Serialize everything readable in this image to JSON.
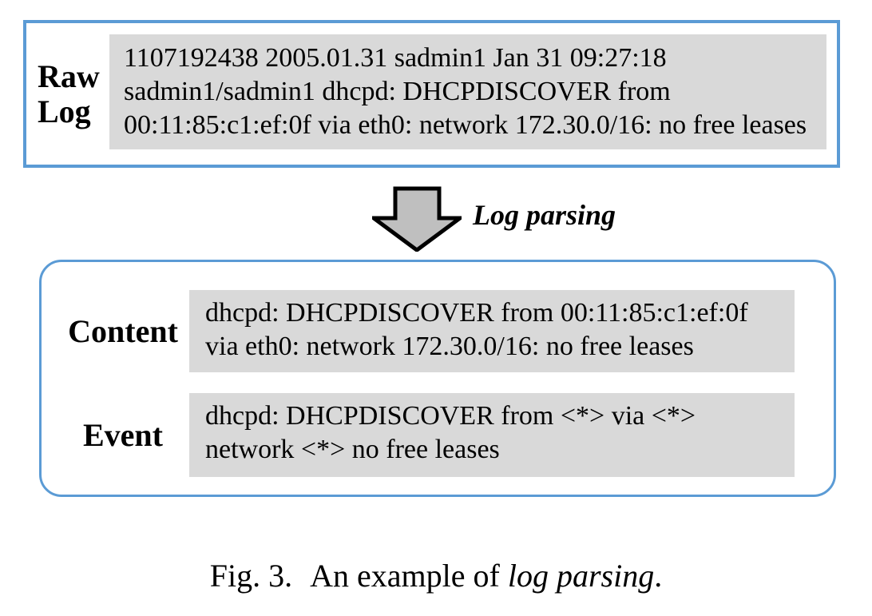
{
  "figure": {
    "raw_log": {
      "label_lines": [
        "Raw",
        "Log"
      ],
      "lines": [
        "1107192438 2005.01.31 sadmin1 Jan 31 09:27:18",
        "sadmin1/sadmin1 dhcpd: DHCPDISCOVER from",
        "00:11:85:c1:ef:0f via eth0: network 172.30.0/16: no free leases"
      ]
    },
    "arrow": {
      "icon": "down-block-arrow",
      "label": "Log parsing"
    },
    "parsed": {
      "content": {
        "label": "Content",
        "lines": [
          "dhcpd: DHCPDISCOVER from 00:11:85:c1:ef:0f",
          "via eth0: network 172.30.0/16: no free leases"
        ]
      },
      "event": {
        "label": "Event",
        "lines": [
          "dhcpd: DHCPDISCOVER from <*> via <*>",
          "network <*> no free leases"
        ]
      }
    },
    "caption": {
      "prefix": "Fig. 3.",
      "body": "An example of",
      "italic": "log parsing",
      "suffix": "."
    },
    "colors": {
      "border_blue": "#5B9BD5",
      "box_gray": "#D9D9D9",
      "arrow_fill": "#BFBFBF",
      "arrow_stroke": "#000000",
      "text": "#000000"
    }
  }
}
